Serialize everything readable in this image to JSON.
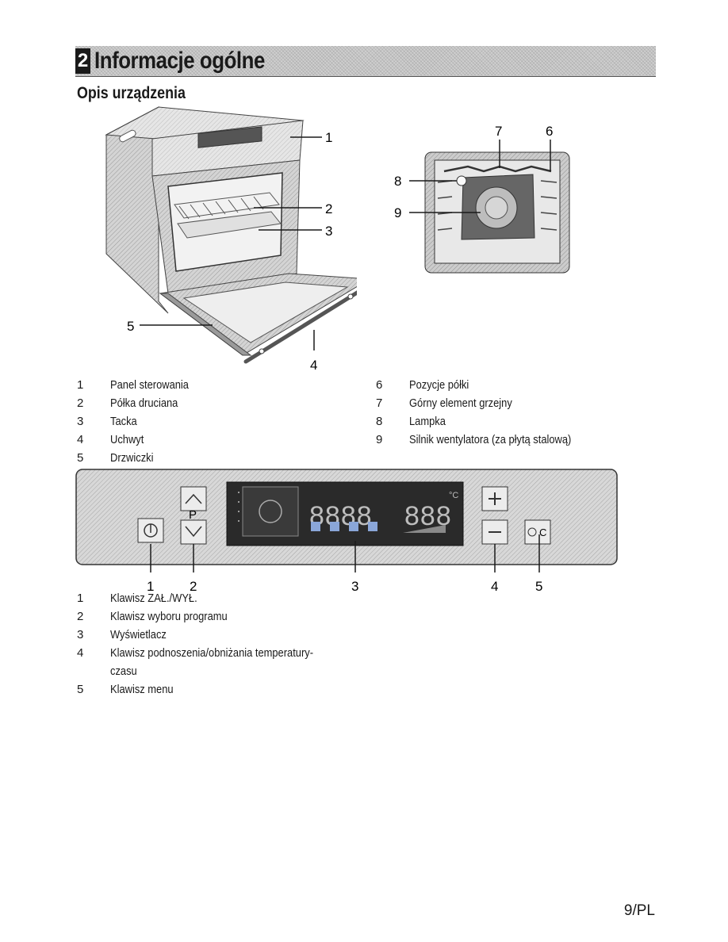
{
  "header": {
    "chapter_number": "2",
    "chapter_title": "Informacje ogólne"
  },
  "section_title": "Opis urządzenia",
  "oven_callouts": [
    "1",
    "2",
    "3",
    "4",
    "5"
  ],
  "cavity_callouts": [
    "7",
    "6",
    "8",
    "9"
  ],
  "legend_left": [
    {
      "num": "1",
      "text": "Panel sterowania"
    },
    {
      "num": "2",
      "text": "Półka druciana"
    },
    {
      "num": "3",
      "text": "Tacka"
    },
    {
      "num": "4",
      "text": "Uchwyt"
    },
    {
      "num": "5",
      "text": "Drzwiczki"
    }
  ],
  "legend_right": [
    {
      "num": "6",
      "text": "Pozycje półki"
    },
    {
      "num": "7",
      "text": "Górny element grzejny"
    },
    {
      "num": "8",
      "text": "Lampka"
    },
    {
      "num": "9",
      "text": "Silnik wentylatora (za płytą stalową)"
    }
  ],
  "panel": {
    "p_label": "P",
    "callouts": [
      "1",
      "2",
      "3",
      "4",
      "5"
    ],
    "display_left_digits": "8888",
    "display_right_digits": "888",
    "unit": "°C",
    "menu_key_label": "C"
  },
  "legend_panel": [
    {
      "num": "1",
      "text": "Klawisz ZAŁ./WYŁ."
    },
    {
      "num": "2",
      "text": "Klawisz wyboru programu"
    },
    {
      "num": "3",
      "text": "Wyświetlacz"
    },
    {
      "num": "4",
      "text": "Klawisz podnoszenia/obniżania temperatury-"
    },
    {
      "num": "",
      "text": "czasu"
    },
    {
      "num": "5",
      "text": "Klawisz menu"
    }
  ],
  "page_number": "9/PL"
}
